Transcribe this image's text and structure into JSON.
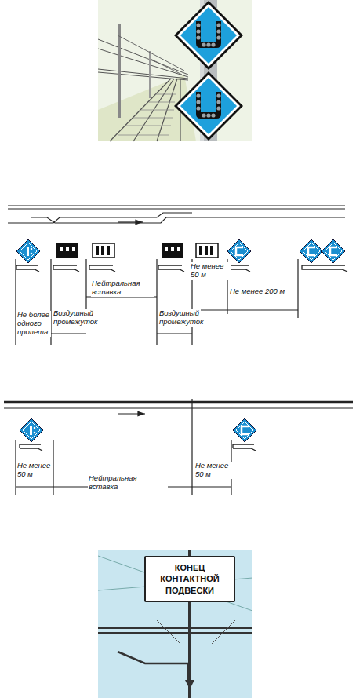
{
  "diagram": {
    "nodes": [
      {
        "text": [
          "КОНЕЦ КОНТАКТНОЙ ПОДВЕСКИ"
        ]
      }
    ],
    "labels": [
      "Не более одного пролета",
      "Воздушный промежуток",
      "Нейтральная вставка",
      "Воздушный промежуток",
      "Не менее 50 м",
      "Не менее 200 м",
      "Не менее 50 м",
      "Нейтральная вставка",
      "Не менее 50 м"
    ]
  }
}
